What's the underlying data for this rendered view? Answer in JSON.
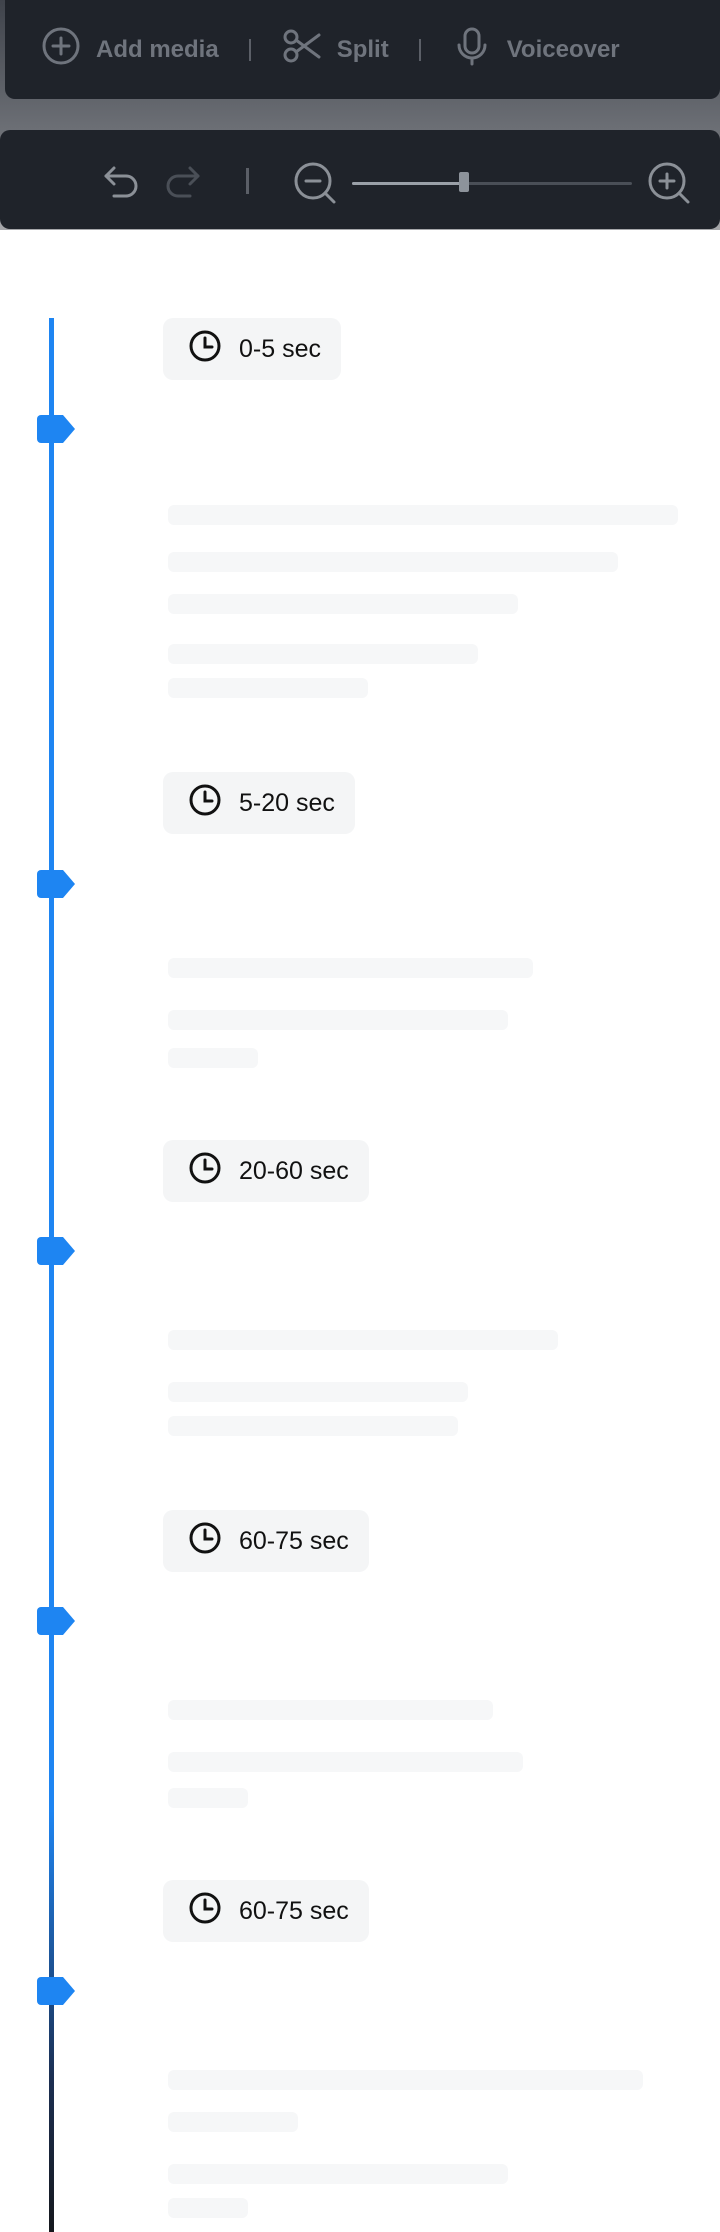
{
  "toolbar": {
    "items": [
      {
        "label": "Add media",
        "icon": "plus-circle-icon"
      },
      {
        "label": "Split",
        "icon": "scissors-icon"
      },
      {
        "label": "Voiceover",
        "icon": "microphone-icon"
      }
    ]
  },
  "zoom": {
    "icons": [
      "undo-icon",
      "redo-icon",
      "zoom-out-icon",
      "zoom-in-icon"
    ],
    "level": 0.4
  },
  "timeline": {
    "accent": "#1e85f2",
    "segments": [
      {
        "time": "0-5 sec",
        "icon": "clock-icon"
      },
      {
        "time": "5-20 sec",
        "icon": "clock-icon"
      },
      {
        "time": "20-60 sec",
        "icon": "clock-icon"
      },
      {
        "time": "60-75 sec",
        "icon": "clock-icon"
      },
      {
        "time": "60-75 sec",
        "icon": "clock-icon"
      }
    ]
  }
}
